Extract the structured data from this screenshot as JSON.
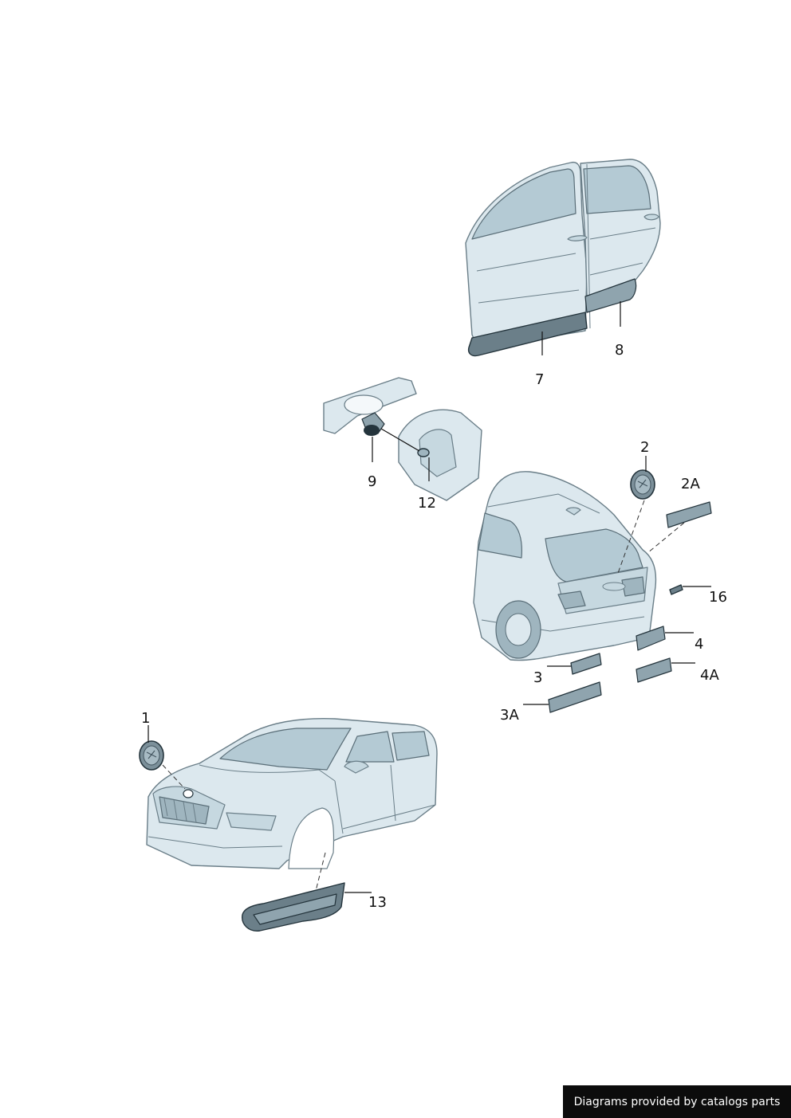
{
  "callouts": {
    "c1": "1",
    "c2": "2",
    "c2A": "2A",
    "c3": "3",
    "c3A": "3A",
    "c4": "4",
    "c4A": "4A",
    "c7": "7",
    "c8": "8",
    "c9": "9",
    "c12": "12",
    "c13": "13",
    "c16": "16"
  },
  "footer": {
    "credit": "Diagrams provided by catalogs parts"
  },
  "colors": {
    "body": "#dce8ee",
    "glass": "#b4cad4",
    "trim": "#6b7f89",
    "outline": "#24343c",
    "credit_background": "#0c0c0c"
  }
}
